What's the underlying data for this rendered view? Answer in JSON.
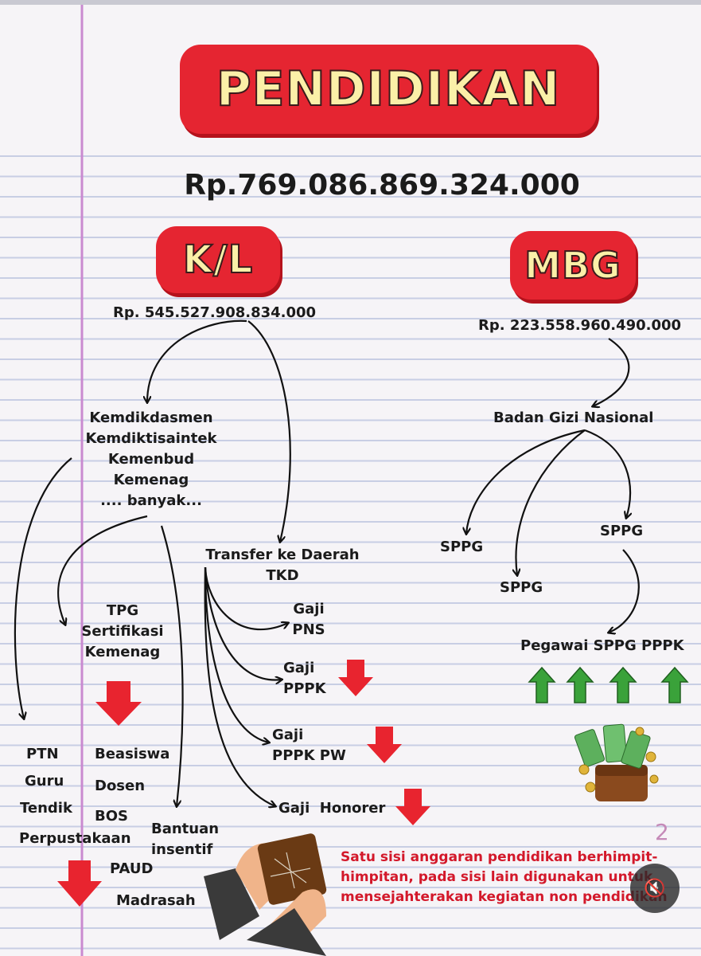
{
  "title": "PENDIDIKAN",
  "total_budget": "Rp.769.086.869.324.000",
  "kl": {
    "label": "K/L",
    "amount": "Rp. 545.527.908.834.000",
    "ministries": [
      "Kemdikdasmen",
      "Kemdiktisaintek",
      "Kemenbud",
      "Kemenag",
      ".... banyak..."
    ],
    "transfer": [
      "Transfer ke Daerah",
      "TKD"
    ],
    "tpg": [
      "TPG",
      "Sertifikasi",
      "Kemenag"
    ],
    "left_items": [
      "PTN",
      "Guru",
      "Tendik",
      "Perpustakaan"
    ],
    "middle_items": [
      "Beasiswa",
      "Dosen",
      "BOS",
      "PAUD",
      "Madrasah"
    ],
    "bantuan": [
      "Bantuan",
      "insentif"
    ],
    "gaji_pns": [
      "Gaji",
      "PNS"
    ],
    "gaji_pppk": [
      "Gaji",
      "PPPK"
    ],
    "gaji_pppk_pw": [
      "Gaji",
      "PPPK PW"
    ],
    "gaji_honorer": "Gaji  Honorer"
  },
  "mbg": {
    "label": "MBG",
    "amount": "Rp. 223.558.960.490.000",
    "agency": "Badan Gizi Nasional",
    "sppg_labels": [
      "SPPG",
      "SPPG",
      "SPPG"
    ],
    "pegawai": "Pegawai SPPG PPPK"
  },
  "note": [
    "Satu sisi anggaran pendidikan berhimpit-",
    "himpitan, pada sisi lain digunakan untuk",
    "mensejahterakan kegiatan non pendidikan"
  ],
  "page_number": "2",
  "colors": {
    "badge_red": "#e52531",
    "badge_text": "#fbf0a8",
    "arrow_down": "#e8242f",
    "arrow_up": "#3aa23a",
    "margin_line": "#c98ad0",
    "ruled_line": "#c8cee4"
  },
  "icons": [
    "wallet-with-cash-icon",
    "empty-wallet-hands-icon",
    "mute-audio-icon"
  ]
}
